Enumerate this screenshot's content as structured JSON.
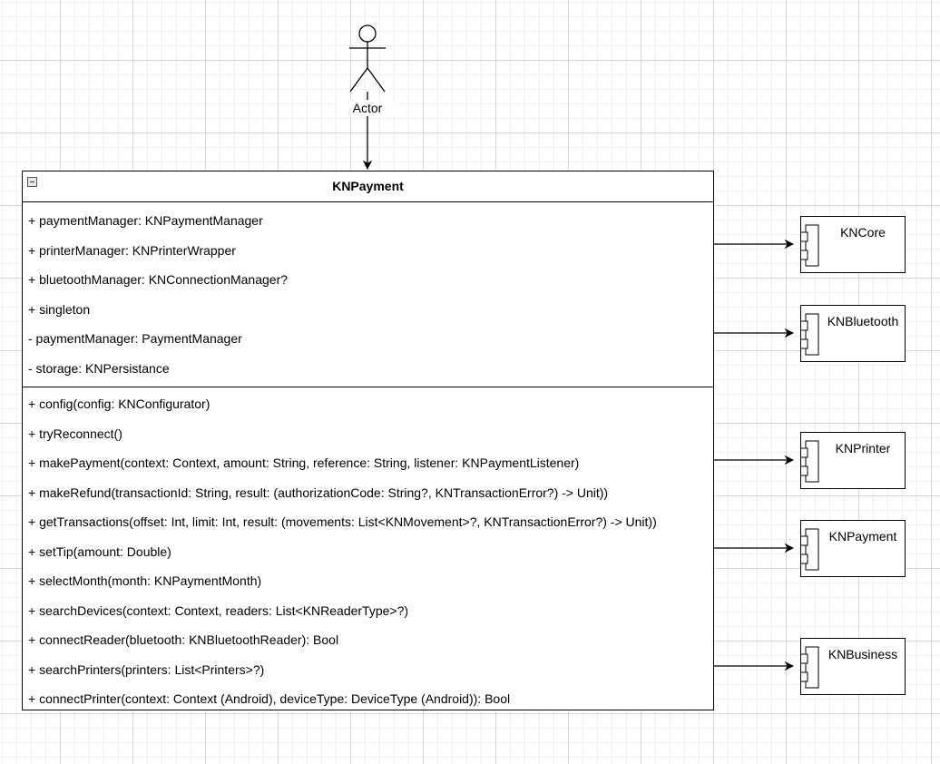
{
  "actor": {
    "label": "Actor"
  },
  "class": {
    "name": "KNPayment",
    "attributes": [
      "+ paymentManager: KNPaymentManager",
      "+ printerManager: KNPrinterWrapper",
      "+ bluetoothManager: KNConnectionManager?",
      "+ singleton",
      "- paymentManager: PaymentManager",
      "- storage: KNPersistance"
    ],
    "methods": [
      "+ config(config: KNConfigurator)",
      "+ tryReconnect()",
      "+ makePayment(context: Context, amount: String, reference: String, listener: KNPaymentListener)",
      "+ makeRefund(transactionId: String, result: (authorizationCode: String?, KNTransactionError?) -> Unit))",
      "+ getTransactions(offset: Int, limit: Int, result: (movements: List<KNMovement>?, KNTransactionError?) -> Unit))",
      "+ setTip(amount: Double)",
      "+ selectMonth(month: KNPaymentMonth)",
      "+ searchDevices(context: Context, readers: List<KNReaderType>?)",
      "+ connectReader(bluetooth: KNBluetoothReader): Bool",
      "+ searchPrinters(printers: List<Printers>?)",
      "+ connectPrinter(context: Context (Android), deviceType: DeviceType (Android)): Bool"
    ]
  },
  "components": [
    {
      "name": "KNCore"
    },
    {
      "name": "KNBluetooth"
    },
    {
      "name": "KNPrinter"
    },
    {
      "name": "KNPayment"
    },
    {
      "name": "KNBusiness"
    }
  ]
}
